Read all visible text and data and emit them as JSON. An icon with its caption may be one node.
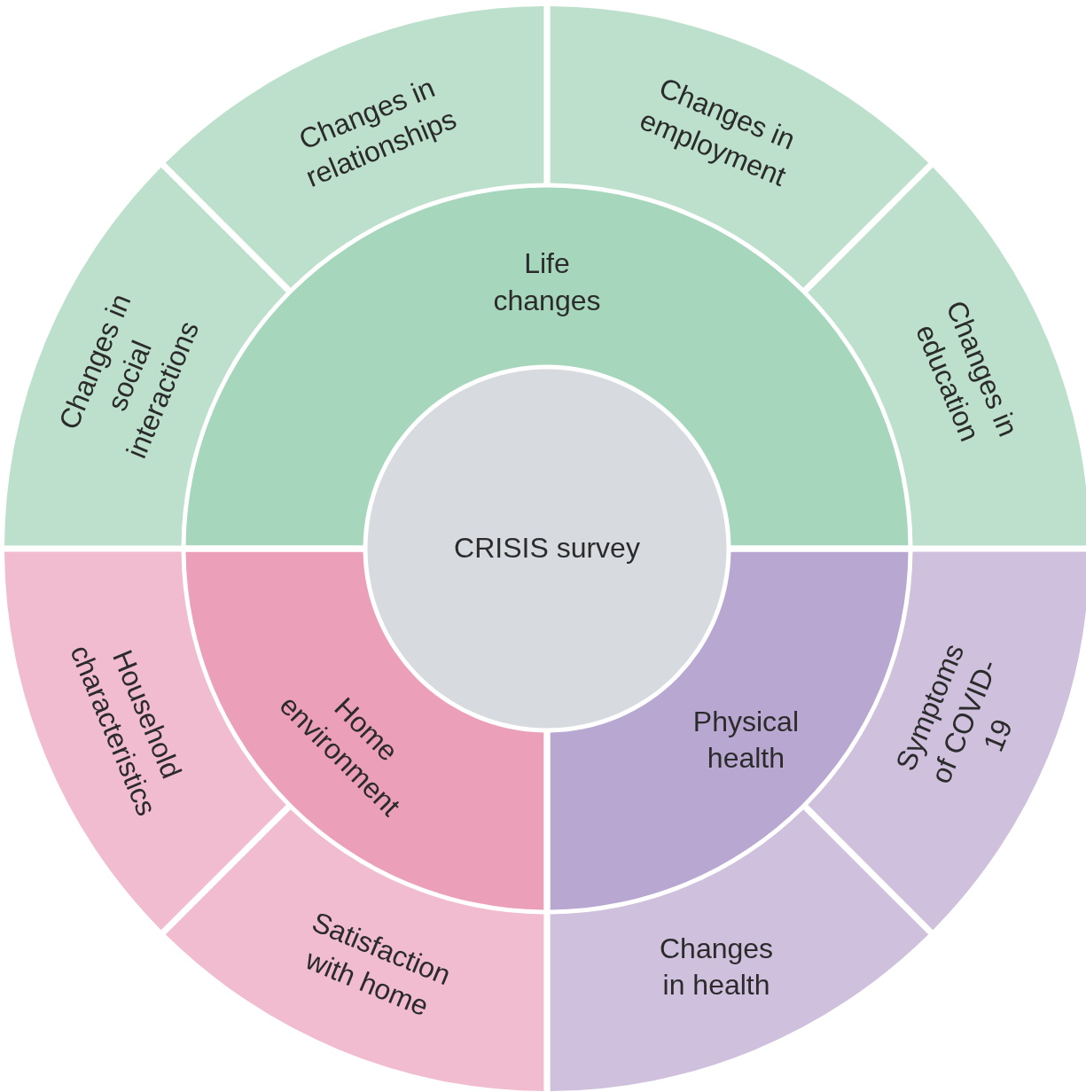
{
  "diagram": {
    "nodes": [
      {
        "text": [
          "CRISIS survey"
        ]
      },
      {
        "text": [
          "Life changes"
        ]
      },
      {
        "text": [
          "Home environment"
        ]
      },
      {
        "text": [
          "Physical health"
        ]
      },
      {
        "text": [
          "Changes in social interactions"
        ]
      },
      {
        "text": [
          "Changes in relationships"
        ]
      },
      {
        "text": [
          "Changes in employment"
        ]
      },
      {
        "text": [
          "Changes in education"
        ]
      },
      {
        "text": [
          "Household characteristics"
        ]
      },
      {
        "text": [
          "Satisfaction with home"
        ]
      },
      {
        "text": [
          "Changes in health"
        ]
      },
      {
        "text": [
          "Symptoms of COVID-19"
        ]
      }
    ]
  }
}
